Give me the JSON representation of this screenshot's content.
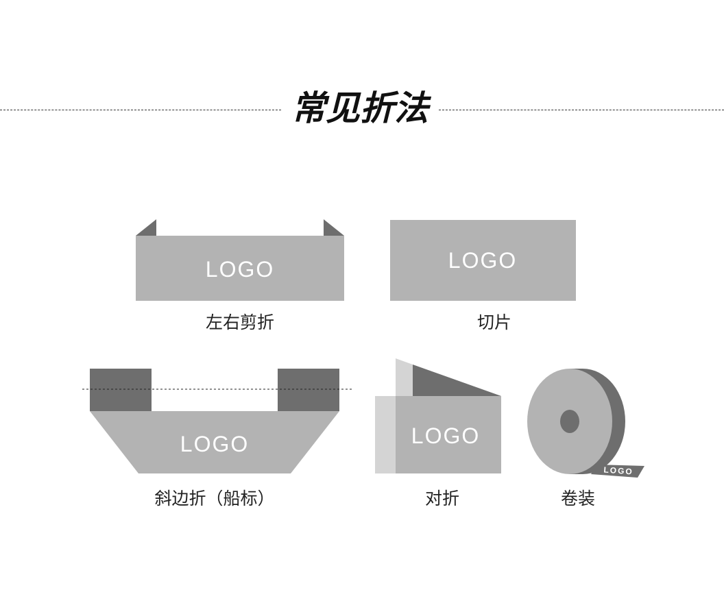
{
  "title": "常见折法",
  "logo_text": "LOGO",
  "colors": {
    "label_fill": "#b3b3b3",
    "dark_fill": "#6e6e6e",
    "light_fill": "#d4d4d4",
    "logo_text": "#ffffff",
    "dash_line": "#333333"
  },
  "folds": [
    {
      "caption": "左右剪折"
    },
    {
      "caption": "切片"
    },
    {
      "caption": "斜边折（船标）"
    },
    {
      "caption": "对折"
    },
    {
      "caption": "卷装"
    }
  ]
}
